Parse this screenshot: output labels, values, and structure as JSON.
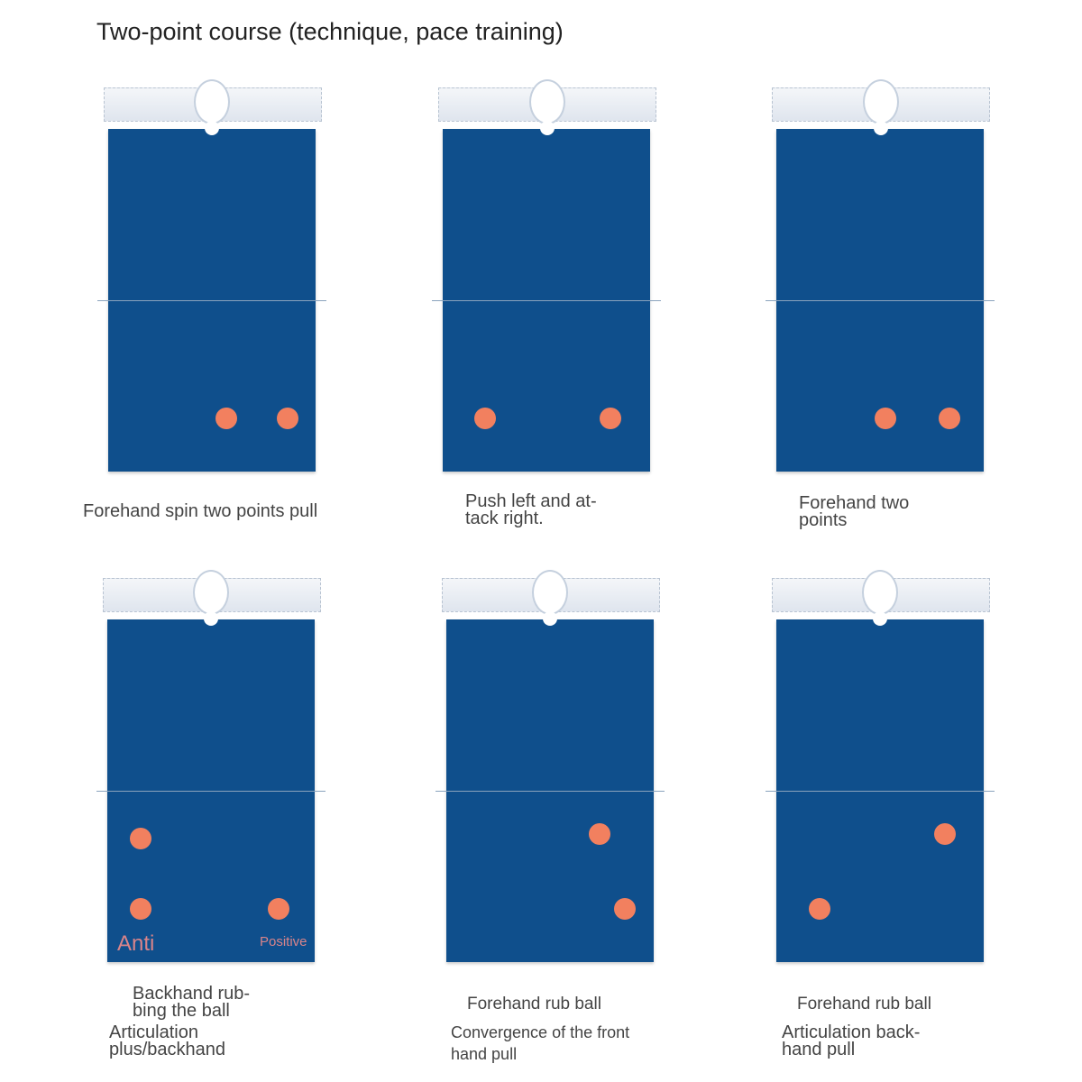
{
  "title": "Two-point course (technique, pace training)",
  "panels": [
    {
      "caption": "Forehand spin two points pull"
    },
    {
      "caption_lines": [
        "Push left and at-",
        "tack right."
      ]
    },
    {
      "caption_lines": [
        "Forehand two",
        "points"
      ]
    },
    {
      "caption_lines": [
        "Backhand rub-",
        "bing the ball"
      ],
      "sub_lines": [
        "Articulation",
        "plus/backhand"
      ],
      "left_label": "Anti",
      "right_label": "Positive"
    },
    {
      "caption": "Forehand rub ball",
      "sub_lines": [
        "Convergence of the front",
        "hand pull"
      ]
    },
    {
      "caption": "Forehand rub ball",
      "sub_lines": [
        "Articulation back-",
        "hand pull"
      ]
    }
  ],
  "colors": {
    "table": "#0f4f8c",
    "ball": "#f2805f"
  }
}
